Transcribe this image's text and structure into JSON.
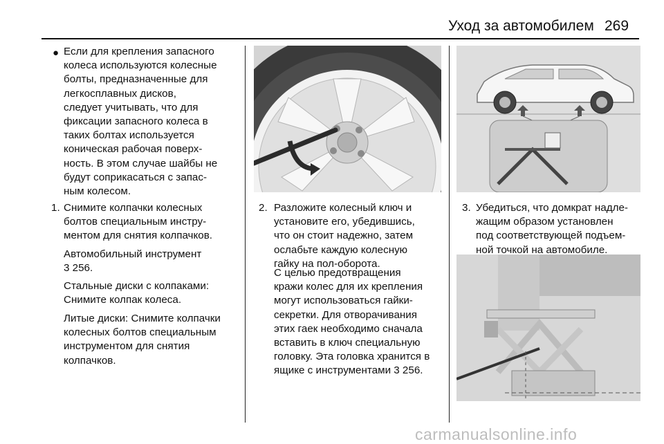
{
  "header": {
    "title": "Уход за автомобилем",
    "page_number": "269"
  },
  "column1": {
    "bullet_symbol": "●",
    "bullet_lines": [
      "Если для крепления запасного",
      "колеса используются колесные",
      "болты, предназначенные для",
      "легкосплавных дисков,",
      "следует учитывать, что для",
      "фиксации запасного колеса в",
      "таких болтах используется",
      "коническая рабочая поверх-",
      "ность. В этом случае шайбы не",
      "будут соприкасаться с запас-",
      "ным колесом."
    ],
    "step1_number": "1.",
    "step1_lines": [
      "Снимите колпачки колесных",
      "болтов специальным инстру-",
      "ментом для снятия колпачков."
    ],
    "tools_lines": [
      "Автомобильный инструмент",
      "3 256."
    ],
    "steel_lines": [
      "Стальные диски с колпаками:",
      "Снимите колпак колеса."
    ],
    "alloy_lines": [
      "Литые диски: Снимите колпачки",
      "колесных болтов специальным",
      "инструментом для снятия",
      "колпачков."
    ]
  },
  "column2": {
    "step2_number": "2.",
    "step2_lines": [
      "Разложите колесный ключ и",
      "установите его, убедившись,",
      "что он стоит надежно, затем",
      "ослабьте каждую колесную",
      "гайку на пол-оборота."
    ],
    "theft_lines": [
      "С целью предотвращения",
      "кражи колес для их крепления",
      "могут использоваться гайки-",
      "секретки. Для отворачивания",
      "этих гаек необходимо сначала",
      "вставить в ключ специальную",
      "головку. Эта головка хранится в",
      "ящике с инструментами 3 256."
    ]
  },
  "column3": {
    "step3_number": "3.",
    "step3_lines": [
      "Убедиться, что домкрат надле-",
      "жащим образом установлен",
      "под соответствующей подъем-",
      "ной точкой на автомобиле."
    ]
  },
  "figures": {
    "wheel": "wheel-wrench-illustration",
    "car": "car-jacking-points-illustration",
    "jack": "scissor-jack-illustration"
  },
  "footer": {
    "watermark": "carmanualsonline.info"
  }
}
